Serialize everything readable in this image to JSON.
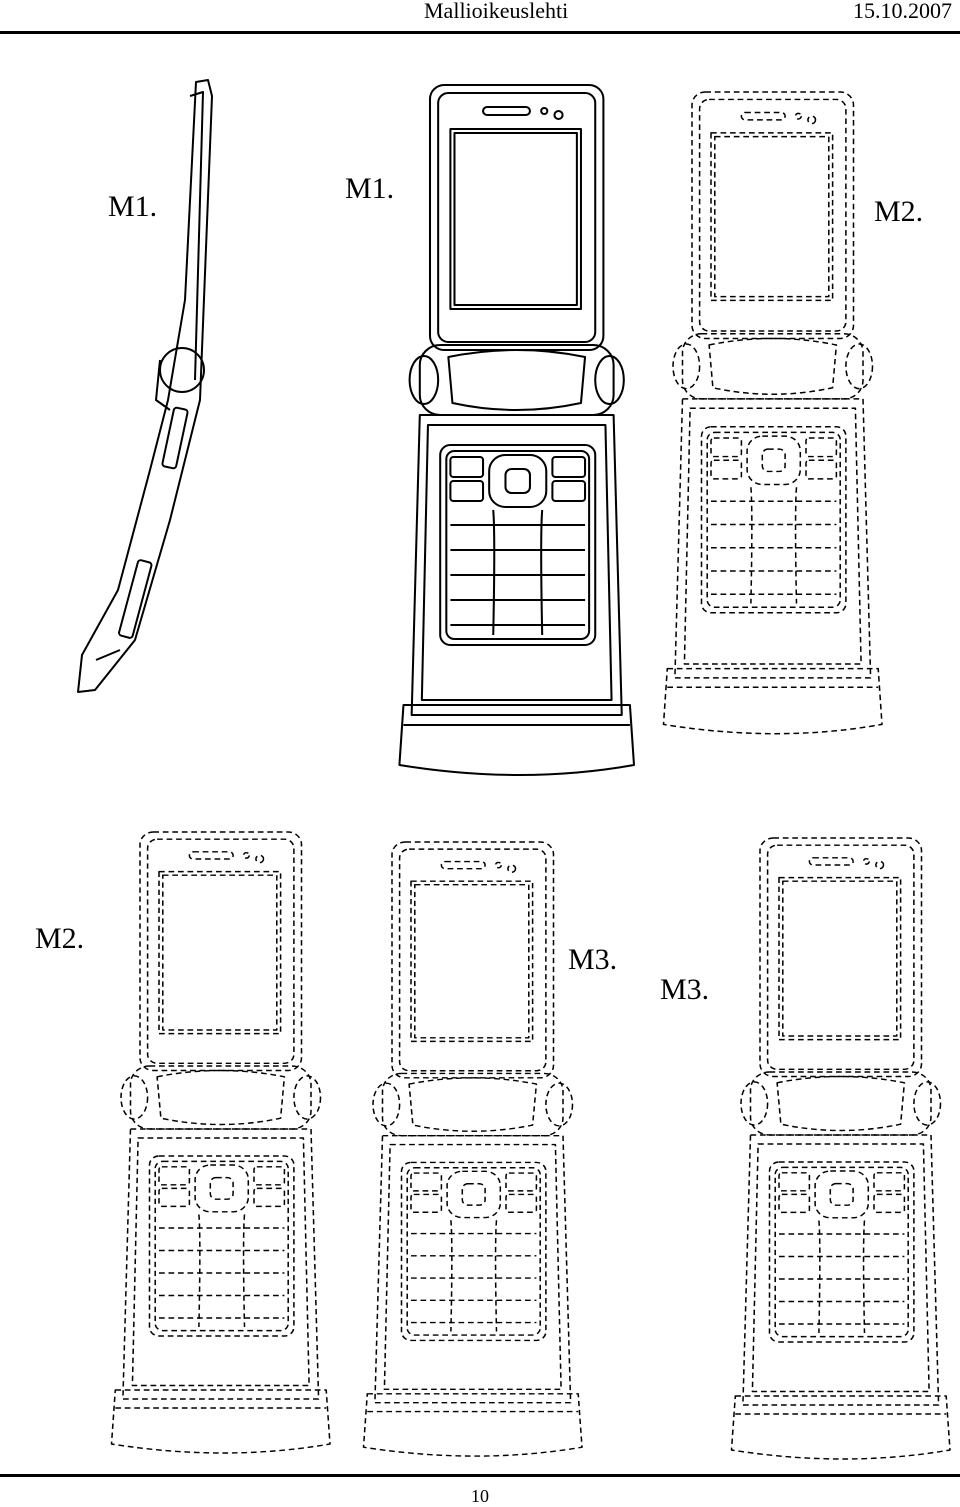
{
  "header": {
    "title": "Mallioikeuslehti",
    "date": "15.10.2007"
  },
  "figure_labels": [
    "M1.",
    "M1.",
    "M2.",
    "M2.",
    "M3.",
    "M3."
  ],
  "footer": {
    "page_number": "10"
  }
}
